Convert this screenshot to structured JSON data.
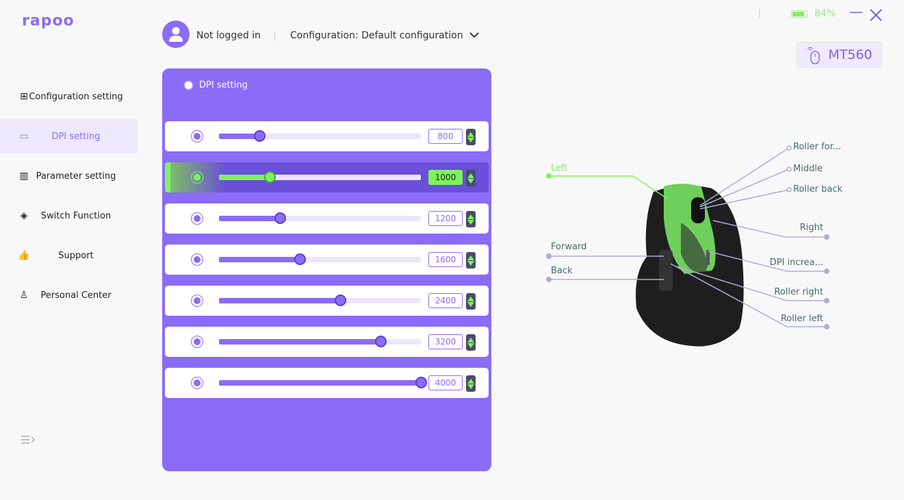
{
  "app": {
    "logo": "rapoo",
    "battery_pct": "84%",
    "battery_level": 0.84,
    "device": "MT560"
  },
  "sidebar": {
    "items": [
      {
        "label": "Configuration setting",
        "icon": "grid-icon"
      },
      {
        "label": "DPI setting",
        "icon": "dpi-icon",
        "active": true
      },
      {
        "label": "Parameter setting",
        "icon": "chart-icon"
      },
      {
        "label": "Switch Function",
        "icon": "layers-icon"
      },
      {
        "label": "Support",
        "icon": "thumbs-up-icon"
      },
      {
        "label": "Personal Center",
        "icon": "person-icon"
      }
    ]
  },
  "header": {
    "user": "Not logged in",
    "configuration": "Configuration: Default configuration"
  },
  "dpi": {
    "title": "DPI setting",
    "max": 4000,
    "selected_index": 1,
    "levels": [
      800,
      1000,
      1200,
      1600,
      2400,
      3200,
      4000
    ]
  },
  "mouse": {
    "labels": {
      "left": "Left",
      "forward": "Forward",
      "back": "Back",
      "roller_forward": "Roller for...",
      "middle": "Middle",
      "roller_back": "Roller back",
      "right": "Right",
      "dpi_increase": "DPI increa...",
      "roller_right": "Roller right",
      "roller_left": "Roller left"
    }
  },
  "colors": {
    "accent": "#8b6cf6",
    "active": "#7ef25f"
  }
}
